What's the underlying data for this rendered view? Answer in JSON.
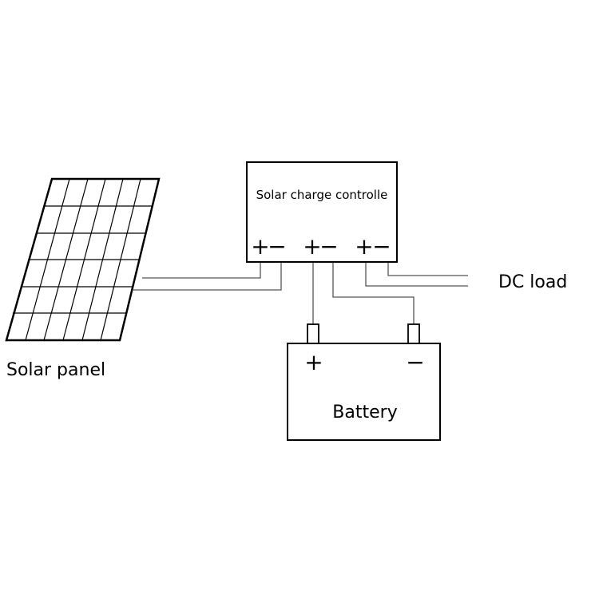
{
  "labels": {
    "solar_panel": "Solar panel",
    "controller": "Solar charge controlle",
    "dc_load": "DC load",
    "battery": "Battery"
  },
  "controller_terminals": [
    {
      "plus": "+",
      "minus": "−"
    },
    {
      "plus": "+",
      "minus": "−"
    },
    {
      "plus": "+",
      "minus": "−"
    }
  ],
  "battery_terminals": {
    "plus": "+",
    "minus": "−"
  },
  "colors": {
    "line": "#000000",
    "wire": "#555555",
    "background": "#ffffff"
  }
}
